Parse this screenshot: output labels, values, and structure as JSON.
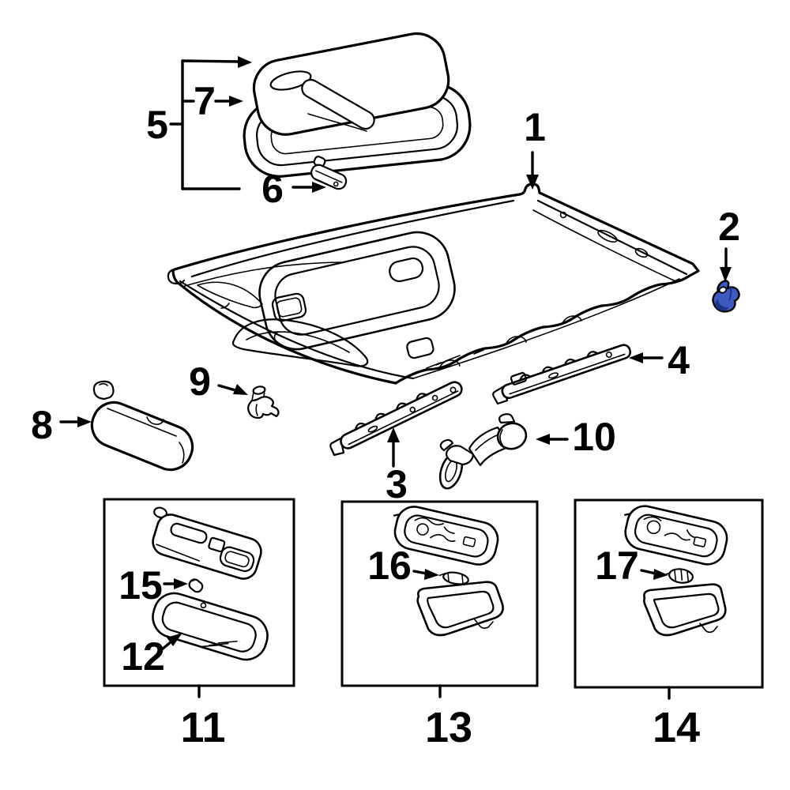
{
  "figure": {
    "kind": "exploded-parts-diagram",
    "subject": "vehicle-headliner-and-interior-trim"
  },
  "colors": {
    "background": "#ffffff",
    "line": "#000000",
    "clip_highlight": "#3d5ac1",
    "clip_highlight_dark": "#1d3586"
  },
  "callouts": [
    {
      "num": "1",
      "part": "headliner"
    },
    {
      "num": "2",
      "part": "retainer-clip"
    },
    {
      "num": "3",
      "part": "roof-rail-front"
    },
    {
      "num": "4",
      "part": "roof-rail-rear"
    },
    {
      "num": "5",
      "part": "sunshade-assembly"
    },
    {
      "num": "6",
      "part": "clip"
    },
    {
      "num": "7",
      "part": "sunshade-trim-panel"
    },
    {
      "num": "8",
      "part": "sun-visor"
    },
    {
      "num": "9",
      "part": "visor-holder-clip"
    },
    {
      "num": "10",
      "part": "assist-grip"
    },
    {
      "num": "11",
      "part": "overhead-console-lamp-box"
    },
    {
      "num": "12",
      "part": "lamp-lens"
    },
    {
      "num": "13",
      "part": "dome-lamp-box"
    },
    {
      "num": "14",
      "part": "dome-lamp-box"
    },
    {
      "num": "15",
      "part": "bulb"
    },
    {
      "num": "16",
      "part": "festoon-bulb"
    },
    {
      "num": "17",
      "part": "wedge-bulb"
    }
  ]
}
